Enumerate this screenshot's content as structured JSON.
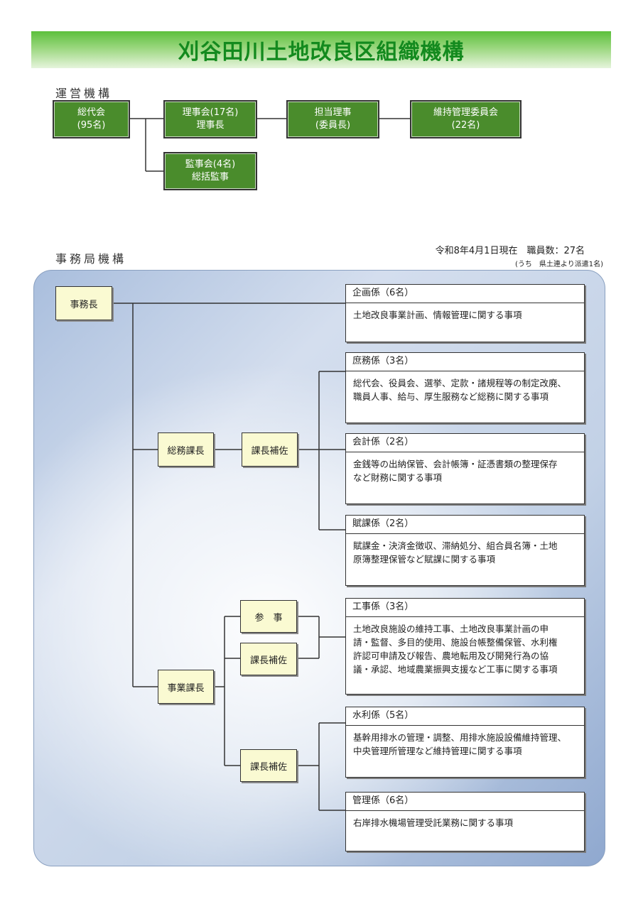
{
  "title": "刈谷田川土地改良区組織機構",
  "governance": {
    "label": "運営機構",
    "general_assembly": {
      "line1": "総代会",
      "line2": "(95名)"
    },
    "board": {
      "line1": "理事会(17名)",
      "line2": "理事長"
    },
    "director_in_charge": {
      "line1": "担当理事",
      "line2": "(委員長)"
    },
    "maintenance_committee": {
      "line1": "維持管理委員会",
      "line2": "(22名)"
    },
    "auditors": {
      "line1": "監事会(4名)",
      "line2": "総括監事"
    }
  },
  "office": {
    "label": "事務局機構",
    "as_of": "令和8年4月1日現在　職員数：27名",
    "dispatch_note": "(うち　県土連より派遣1名)",
    "director": "事務長",
    "general_affairs_chief": "総務課長",
    "general_affairs_deputy": "課長補佐",
    "works_chief": "事業課長",
    "counselor": "参　事",
    "works_deputy_1": "課長補佐",
    "works_deputy_2": "課長補佐",
    "sections": [
      {
        "name": "企画係（6名）",
        "duty_lines": [
          "土地改良事業計画、情報管理に関する事項"
        ]
      },
      {
        "name": "庶務係（3名）",
        "duty_lines": [
          "総代会、役員会、選挙、定款・諸規程等の制定改廃、",
          "職員人事、給与、厚生服務など総務に関する事項"
        ]
      },
      {
        "name": "会計係（2名）",
        "duty_lines": [
          "金銭等の出納保管、会計帳簿・証憑書類の整理保存",
          "など財務に関する事項"
        ]
      },
      {
        "name": "賦課係（2名）",
        "duty_lines": [
          "賦課金・決済金徴収、滞納処分、組合員名簿・土地",
          "原簿整理保管など賦課に関する事項"
        ]
      },
      {
        "name": "工事係（3名）",
        "duty_lines": [
          "土地改良施設の維持工事、土地改良事業計画の申",
          "請・監督、多目的使用、施設台帳整備保管、水利権",
          "許認可申請及び報告、農地転用及び開発行為の協",
          "議・承認、地域農業振興支援など工事に関する事項"
        ]
      },
      {
        "name": "水利係（5名）",
        "duty_lines": [
          "基幹用排水の管理・調整、用排水施設設備維持管理、",
          "中央管理所管理など維持管理に関する事項"
        ]
      },
      {
        "name": "管理係（6名）",
        "duty_lines": [
          "右岸排水機場管理受託業務に関する事項"
        ]
      }
    ]
  }
}
